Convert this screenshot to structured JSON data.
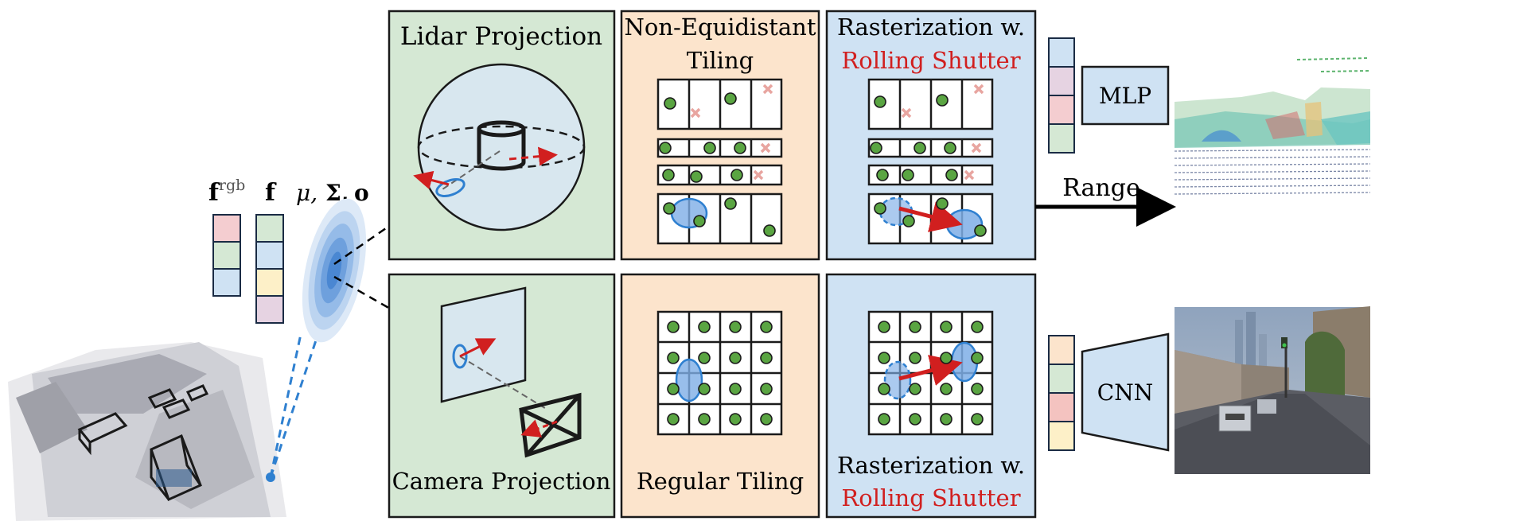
{
  "symbols": {
    "f_rgb_base": "f",
    "f_rgb_sup": "rgb",
    "f": "f",
    "mu": "μ,",
    "sigma": "Σ,",
    "o": "o"
  },
  "panels": {
    "lidar_projection": "Lidar Projection",
    "non_equidistant_line1": "Non-Equidistant",
    "non_equidistant_line2": "Tiling",
    "raster_top_line1": "Rasterization w.",
    "raster_top_line2": "Rolling Shutter",
    "camera_projection": "Camera Projection",
    "regular_tiling": "Regular Tiling",
    "raster_bottom_line1": "Rasterization w.",
    "raster_bottom_line2": "Rolling Shutter"
  },
  "heads": {
    "mlp": "MLP",
    "cnn": "CNN",
    "range": "Range"
  },
  "colors": {
    "green_panel": "#d5e8d4",
    "orange_panel": "#fce4cc",
    "blue_panel": "#cfe2f3",
    "dot_green": "#5aa542",
    "cross_pink": "#e8a5a0",
    "arrow_red": "#d11f1f",
    "highlight_red": "#d11f1f"
  }
}
